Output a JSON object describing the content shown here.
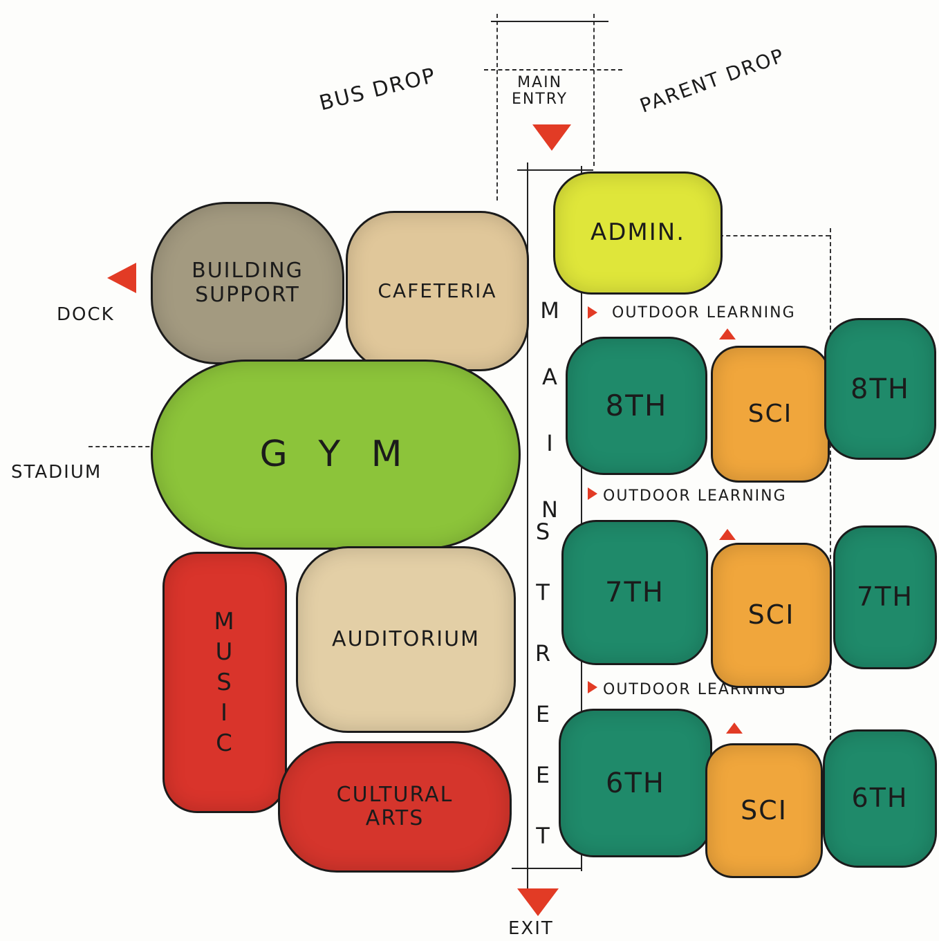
{
  "labels": {
    "bus_drop": "BUS DROP",
    "main_entry": "MAIN\nENTRY",
    "parent_drop": "PARENT DROP",
    "dock": "DOCK",
    "stadium": "STADIUM",
    "main_street": "M A I N",
    "street": "S T R E E T",
    "exit": "EXIT",
    "outdoor_learning_1": "OUTDOOR LEARNING",
    "outdoor_learning_2": "OUTDOOR LEARNING",
    "outdoor_learning_3": "OUTDOOR LEARNING"
  },
  "rooms": {
    "building_support": "BUILDING\nSUPPORT",
    "cafeteria": "CAFETERIA",
    "gym": "G Y M",
    "music": "M\nU\nS\nI\nC",
    "auditorium": "AUDITORIUM",
    "cultural_arts": "CULTURAL\nARTS",
    "admin": "ADMIN.",
    "grade8_left": "8TH",
    "sci_8": "SCI",
    "grade8_right": "8TH",
    "grade7_left": "7TH",
    "sci_7": "SCI",
    "grade7_right": "7TH",
    "grade6_left": "6TH",
    "sci_6": "SCI",
    "grade6_right": "6TH"
  },
  "colors": {
    "building_support": "#a39a80",
    "cafeteria": "#e0c79a",
    "gym": "#8cc43a",
    "music": "#d9342b",
    "auditorium": "#e3cfa6",
    "cultural_arts": "#d5352c",
    "admin": "#dfe63a",
    "classroom": "#1f8a6a",
    "science": "#f0a63c",
    "arrow": "#e23b25"
  }
}
